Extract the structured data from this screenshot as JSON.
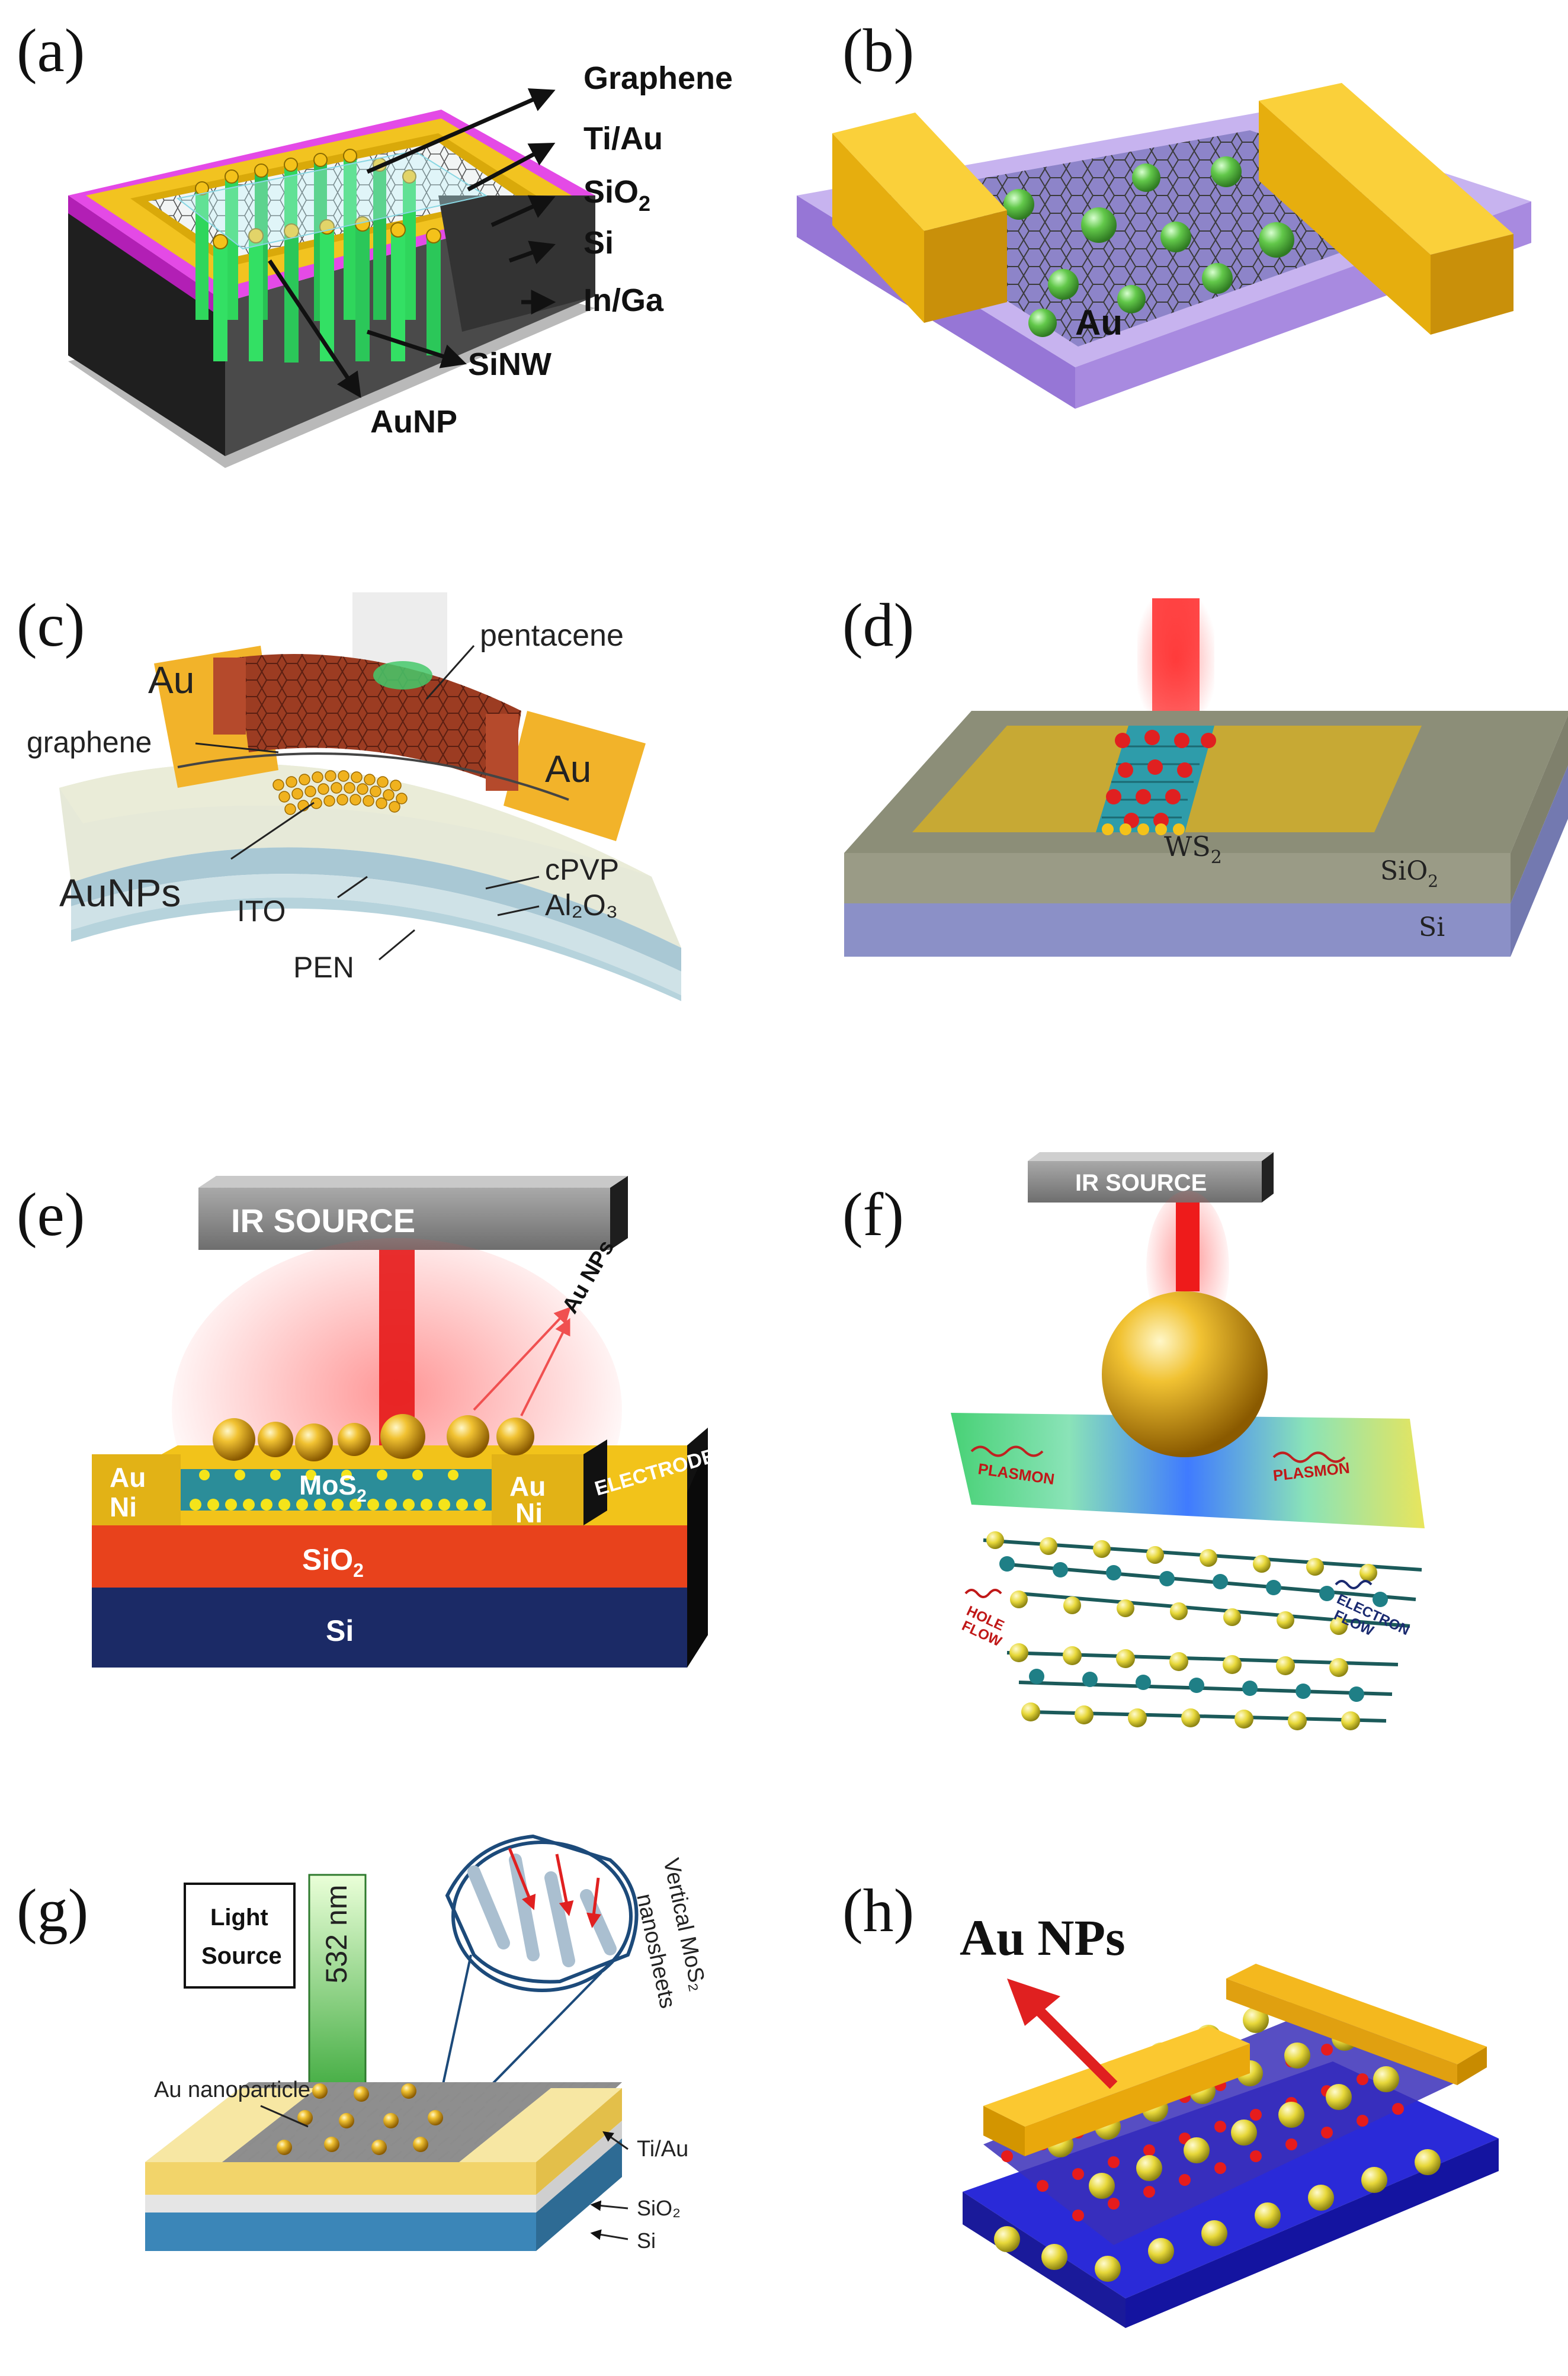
{
  "panels": {
    "a": {
      "label": "(a)",
      "callouts": [
        "Graphene",
        "Ti/Au",
        "SiO",
        "Si",
        "In/Ga",
        "SiNW",
        "AuNP"
      ],
      "sio2_sub": "2"
    },
    "b": {
      "label": "(b)",
      "electrode": "Au"
    },
    "c": {
      "label": "(c)",
      "pentacene": "pentacene",
      "au_left": "Au",
      "au_right": "Au",
      "graphene": "graphene",
      "cpvp": "cPVP",
      "aunps": "AuNPs",
      "ito": "ITO",
      "al2o3": "Al₂O₃",
      "pen": "PEN"
    },
    "d": {
      "label": "(d)",
      "ws2": "WS",
      "ws2_sub": "2",
      "sio2": "SiO",
      "sio2_sub": "2",
      "si": "Si"
    },
    "e": {
      "label": "(e)",
      "source": "IR SOURCE",
      "au_nps": "Au NPs",
      "au": "Au",
      "ni": "Ni",
      "mos2": "MoS",
      "mos2_sub": "2",
      "electrode": "ELECTRODE",
      "sio2": "SiO",
      "sio2_sub": "2",
      "si": "Si"
    },
    "f": {
      "label": "(f)",
      "source": "IR SOURCE",
      "plasmon": "PLASMON",
      "hole": "HOLE",
      "hole_flow": "FLOW",
      "electron": "ELECTRON",
      "electron_flow": "FLOW"
    },
    "g": {
      "label": "(g)",
      "light": "Light",
      "source": "Source",
      "wavelength": "532 nm",
      "vertical_1": "Vertical MoS₂",
      "vertical_2": "nanosheets",
      "particle": "Au nanoparticle",
      "tiau": "Ti/Au",
      "sio2": "SiO₂",
      "si": "Si"
    },
    "h": {
      "label": "(h)",
      "title": "Au NPs"
    }
  },
  "colors": {
    "gold": "#f3c316",
    "magenta": "#e13ae8",
    "green": "#3bd56a",
    "silicon_dark": "#3a3a3a",
    "sio2_red": "#e8421c",
    "si_navy": "#1b2a66",
    "violet": "#b39ae0",
    "laser_red": "#ff2020"
  }
}
